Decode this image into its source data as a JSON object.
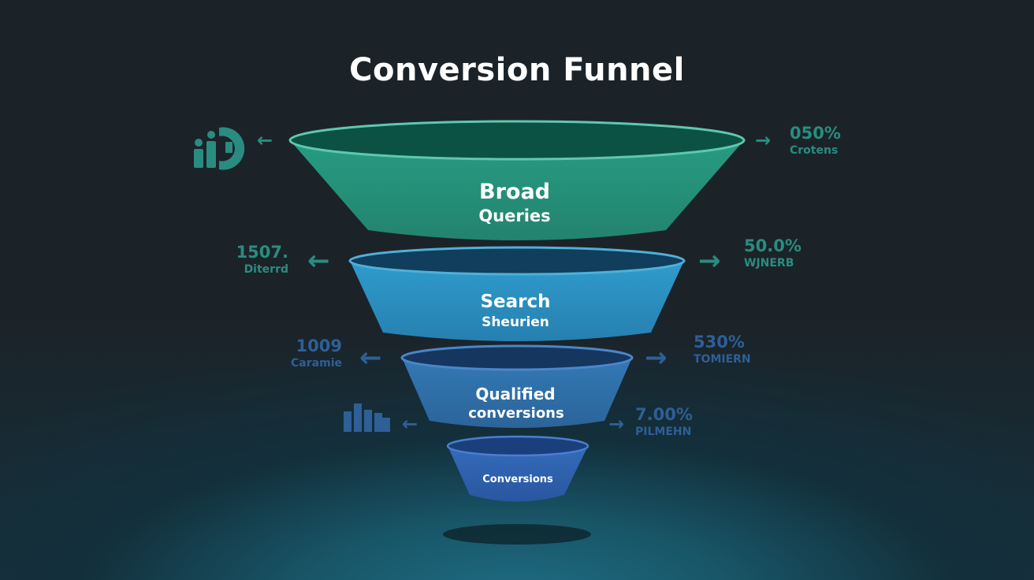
{
  "title": "Conversion Funnel",
  "stages": [
    {
      "lines": [
        "Broad",
        "Queries"
      ]
    },
    {
      "lines": [
        "Search",
        "Sheurien"
      ]
    },
    {
      "lines": [
        "Qualified",
        "conversions"
      ]
    },
    {
      "lines": [
        "Conversions"
      ]
    }
  ],
  "left_stats": [
    {
      "value": "1507.",
      "label": "Diterrd"
    },
    {
      "value": "1009",
      "label": "Caramie"
    }
  ],
  "right_stats": [
    {
      "value": "050%",
      "label": "Crotens"
    },
    {
      "value": "50.0%",
      "label": "WJNERB"
    },
    {
      "value": "530%",
      "label": "TOMIERN"
    },
    {
      "value": "7.00%",
      "label": "PILMEHN"
    }
  ],
  "icons": {
    "top_left": "people-target-icon",
    "bottom_left": "bar-chart-icon"
  },
  "colors": {
    "background": "#1b2329",
    "stage1": "#249077",
    "stage2": "#2b8fbf",
    "stage3": "#2f6ea5",
    "stage4": "#2d5fae",
    "stat_teal": "#2a8c80",
    "stat_blue": "#2e5f96"
  }
}
